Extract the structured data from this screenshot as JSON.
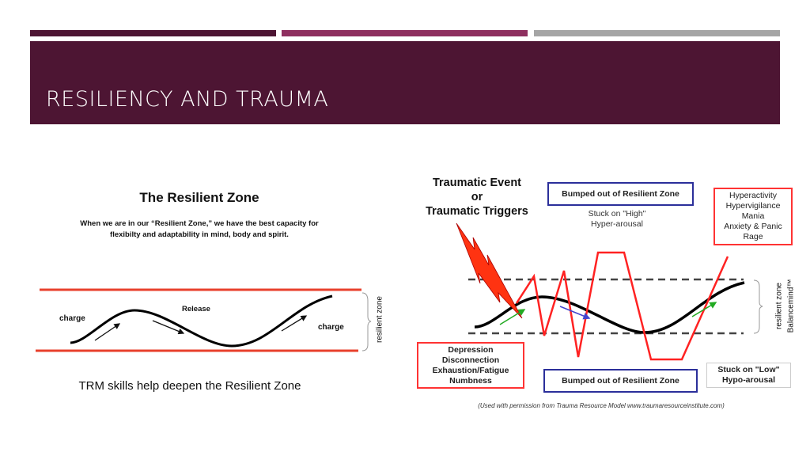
{
  "slide": {
    "title": "RESILIENCY AND TRAUMA",
    "colors": {
      "dark": "#4d1533",
      "pink": "#8e2f5f",
      "gray": "#a5a5a5"
    }
  },
  "left": {
    "heading": "The Resilient Zone",
    "subtitle": [
      "When we are in our  “Resilient Zone,” we have the best capacity for",
      "flexibilty and adaptability in mind, body and spirit."
    ],
    "labels": {
      "charge_left": "charge",
      "release": "Release",
      "charge_right": "charge",
      "zone": "resilient zone"
    },
    "footer": "TRM skills help deepen the Resilient Zone"
  },
  "right": {
    "trigger": [
      "Traumatic Event",
      "or",
      "Traumatic Triggers"
    ],
    "top_box": "Bumped out of Resilient Zone",
    "high": [
      "Stuck on \"High\"",
      "Hyper-arousal"
    ],
    "high_list": [
      "Hyperactivity",
      "Hypervigilance",
      "Mania",
      "Anxiety & Panic",
      "Rage"
    ],
    "low_list": [
      "Depression",
      "Disconnection",
      "Exhaustion/Fatigue",
      "Numbness"
    ],
    "bottom_box": "Bumped out of Resilient Zone",
    "low": [
      "Stuck on \"Low\"",
      "Hypo-arousal"
    ],
    "zone": [
      "resilient zone",
      "Balancemind™"
    ],
    "caption": "(Used with permission from Trauma Resource Model www.traumaresourceinstitute.com)"
  }
}
